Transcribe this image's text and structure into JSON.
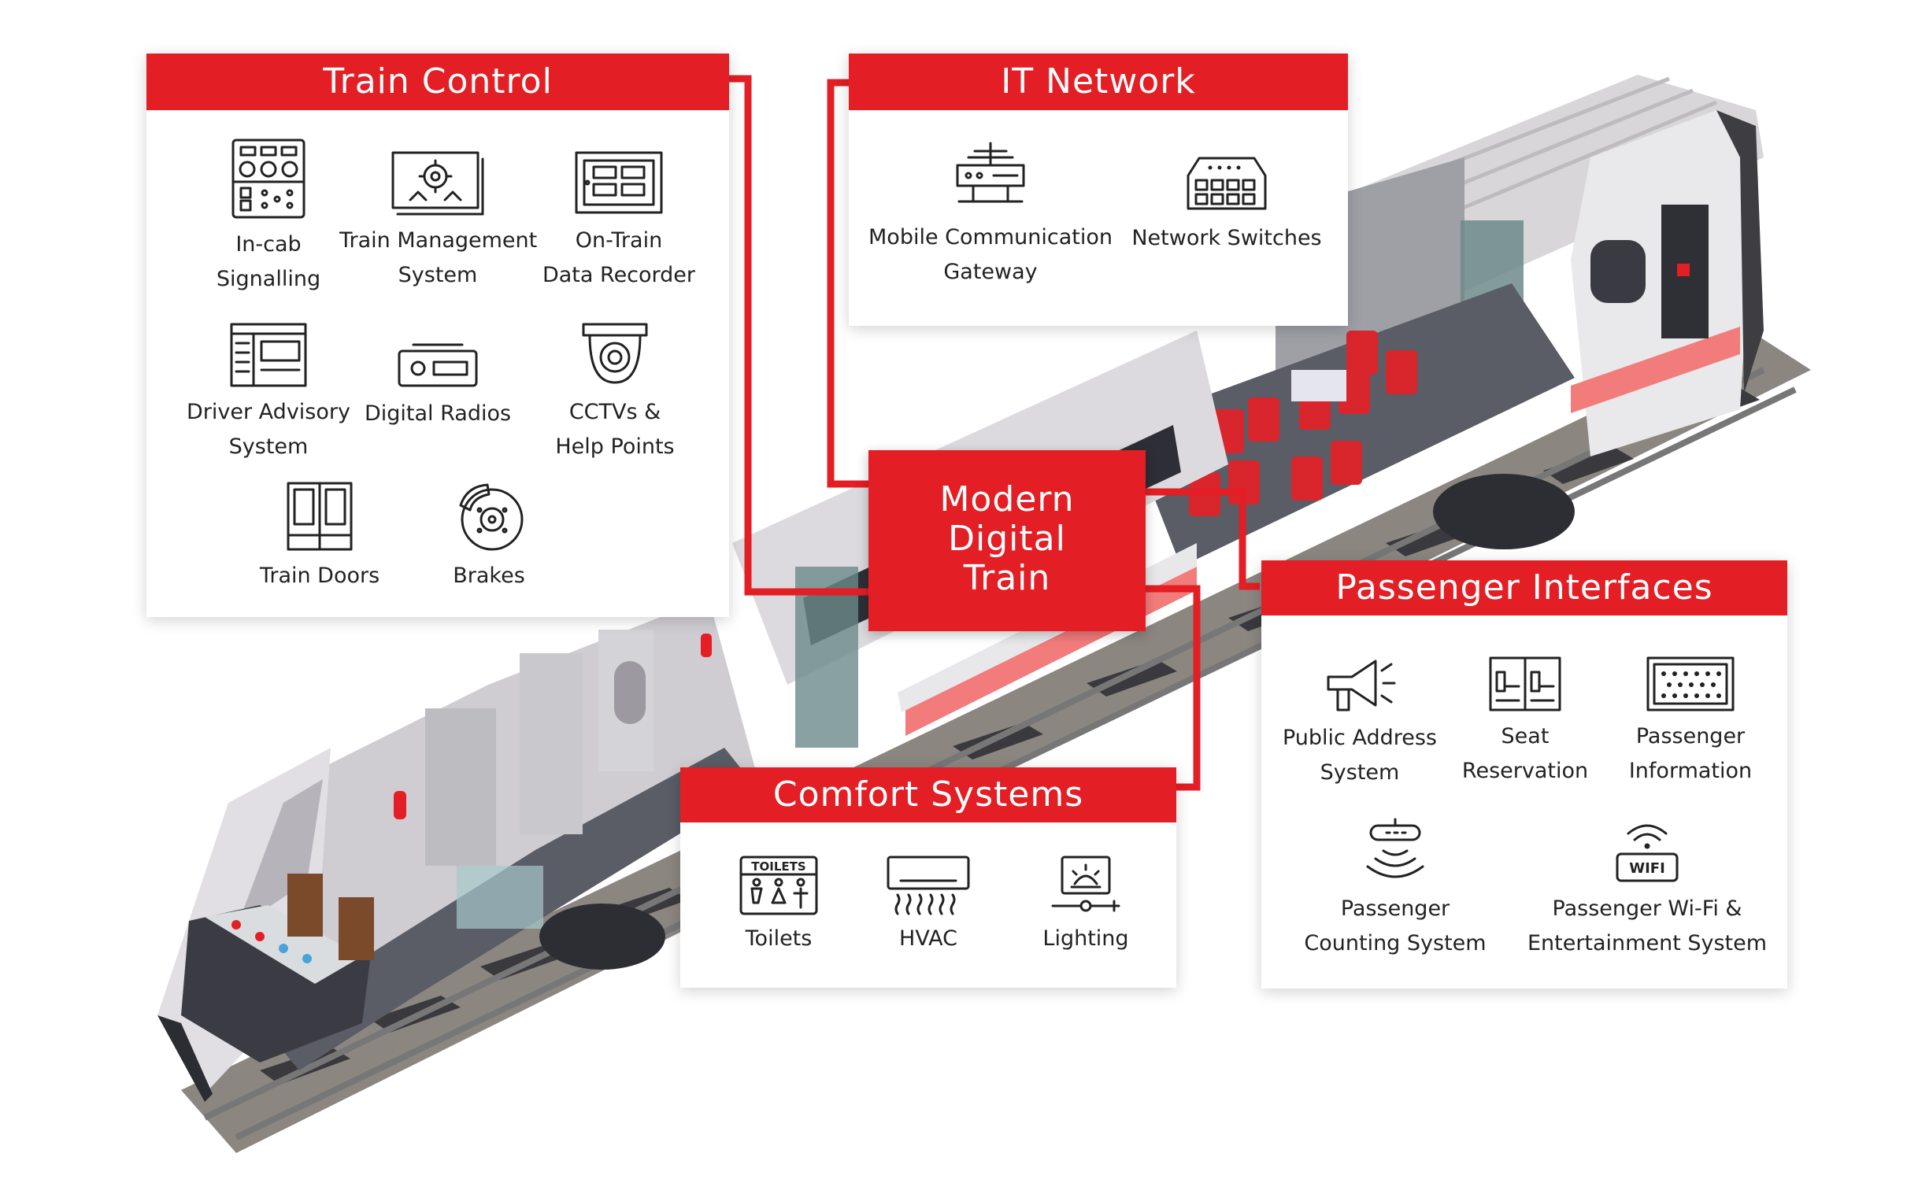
{
  "hub": {
    "lines": [
      "Modern",
      "Digital",
      "Train"
    ]
  },
  "panels": {
    "train_control": {
      "title": "Train Control",
      "items": [
        {
          "line1": "In-cab",
          "line2": "Signalling",
          "icon": "control-panel-icon"
        },
        {
          "line1": "Train Management",
          "line2": "System",
          "icon": "monitor-gear-icon"
        },
        {
          "line1": "On-Train",
          "line2": "Data Recorder",
          "icon": "data-recorder-icon"
        },
        {
          "line1": "Driver Advisory",
          "line2": "System",
          "icon": "advisory-screen-icon"
        },
        {
          "line1": "Digital Radios",
          "line2": "",
          "icon": "radio-icon"
        },
        {
          "line1": "CCTVs &",
          "line2": "Help Points",
          "icon": "cctv-dome-icon"
        },
        {
          "line1": "Train Doors",
          "line2": "",
          "icon": "doors-icon"
        },
        {
          "line1": "Brakes",
          "line2": "",
          "icon": "brake-disc-icon"
        }
      ]
    },
    "it_network": {
      "title": "IT Network",
      "items": [
        {
          "line1": "Mobile Communication",
          "line2": "Gateway",
          "icon": "gateway-antenna-icon"
        },
        {
          "line1": "Network Switches",
          "line2": "",
          "icon": "network-switch-icon"
        }
      ]
    },
    "comfort_systems": {
      "title": "Comfort Systems",
      "items": [
        {
          "line1": "Toilets",
          "line2": "",
          "icon": "toilets-sign-icon",
          "sign_text": "TOILETS"
        },
        {
          "line1": "HVAC",
          "line2": "",
          "icon": "air-conditioner-icon"
        },
        {
          "line1": "Lighting",
          "line2": "",
          "icon": "lighting-dimmer-icon"
        }
      ]
    },
    "passenger_interfaces": {
      "title": "Passenger Interfaces",
      "items": [
        {
          "line1": "Public Address",
          "line2": "System",
          "icon": "megaphone-icon"
        },
        {
          "line1": "Seat",
          "line2": "Reservation",
          "icon": "seat-reservation-icon"
        },
        {
          "line1": "Passenger",
          "line2": "Information",
          "icon": "info-display-icon"
        },
        {
          "line1": "Passenger",
          "line2": "Counting System",
          "icon": "counting-sensor-icon"
        },
        {
          "line1": "Passenger Wi-Fi &",
          "line2": "Entertainment System",
          "icon": "wifi-router-icon",
          "sign_text": "WIFI"
        }
      ]
    }
  },
  "colors": {
    "accent": "#e31e24",
    "text": "#222222",
    "panel_bg": "#ffffff",
    "train_body": "#e8e8ea",
    "floor": "#5a5c66"
  }
}
